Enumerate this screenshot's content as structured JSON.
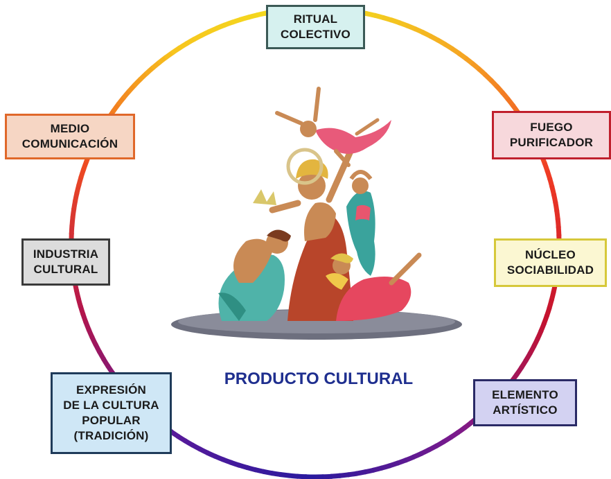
{
  "center": {
    "title": "PRODUCTO CULTURAL"
  },
  "nodes": [
    {
      "id": "ritual-colectivo",
      "label": "RITUAL\nCOLECTIVO",
      "fill": "#d6f1ef",
      "border": "#3b5a56"
    },
    {
      "id": "fuego-purificador",
      "label": "FUEGO\nPURIFICADOR",
      "fill": "#f7d8dc",
      "border": "#c0202d"
    },
    {
      "id": "nucleo-sociabilidad",
      "label": "NÚCLEO\nSOCIABILIDAD",
      "fill": "#fbf7d2",
      "border": "#d6c83a"
    },
    {
      "id": "elemento-artistico",
      "label": "ELEMENTO\nARTÍSTICO",
      "fill": "#d3d2f2",
      "border": "#2a2a66"
    },
    {
      "id": "expresion-cultura-popular",
      "label": "EXPRESIÓN\nDE LA CULTURA\nPOPULAR\n(TRADICIÓN)",
      "fill": "#cfe7f6",
      "border": "#1f3b5a"
    },
    {
      "id": "industria-cultural",
      "label": "INDUSTRIA\nCULTURAL",
      "fill": "#dcdcdc",
      "border": "#3a3a3a"
    },
    {
      "id": "medio-comunicacion",
      "label": "MEDIO\nCOMUNICACIÓN",
      "fill": "#f6d6c4",
      "border": "#e0682a"
    }
  ],
  "ring_colors": [
    "#f2e21d",
    "#f5a623",
    "#ef3b24",
    "#c4122f",
    "#7a1a8c",
    "#2a1a9e",
    "#5a1a9a",
    "#b3154c",
    "#ee4a22",
    "#f7c51e"
  ],
  "image": {
    "subject": "falla-sculpture-dancers"
  }
}
